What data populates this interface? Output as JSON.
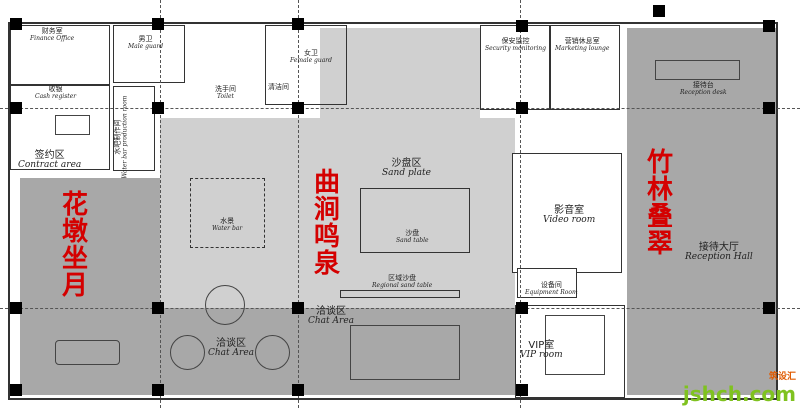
{
  "rooms": {
    "finance": {
      "cn": "财务室",
      "en": "Finance Office"
    },
    "male_wc": {
      "cn": "男卫",
      "en": "Male guard"
    },
    "toilet": {
      "cn": "洗手间",
      "en": "Toilet"
    },
    "female_wc": {
      "cn": "女卫",
      "en": "Female guard"
    },
    "cleaning": {
      "cn": "清洁间"
    },
    "cash": {
      "cn": "收银",
      "en": "Cash register"
    },
    "water_bar": {
      "cn": "水吧制作间",
      "en": "Water bar production room"
    },
    "contract": {
      "cn": "签约区",
      "en": "Contract area"
    },
    "security": {
      "cn": "保安监控",
      "en": "Security monitoring"
    },
    "marketing": {
      "cn": "营销休息室",
      "en": "Marketing lounge"
    },
    "reception_desk": {
      "cn": "接待台",
      "en": "Reception desk"
    },
    "sand_plate": {
      "cn": "沙盘区",
      "en": "Sand plate"
    },
    "sand_table": {
      "cn": "沙盘",
      "en": "Sand table"
    },
    "regional_sand": {
      "cn": "区域沙盘",
      "en": "Regional sand table"
    },
    "water_feature": {
      "cn": "水景",
      "en": "Water bar"
    },
    "video": {
      "cn": "影音室",
      "en": "Video room"
    },
    "equipment": {
      "cn": "设备间",
      "en": "Equipment Room"
    },
    "reception_hall": {
      "cn": "接待大厅",
      "en": "Reception Hall"
    },
    "chat1": {
      "cn": "洽谈区",
      "en": "Chat Area"
    },
    "chat2": {
      "cn": "洽谈区",
      "en": "Chat Area"
    },
    "vip": {
      "cn": "VIP室",
      "en": "VIP room"
    }
  },
  "zones": {
    "left": "花墩坐月",
    "center": "曲涧鸣泉",
    "right": "竹林叠翠"
  },
  "watermark": {
    "text": "jshch.com",
    "sub": "筑设汇"
  }
}
